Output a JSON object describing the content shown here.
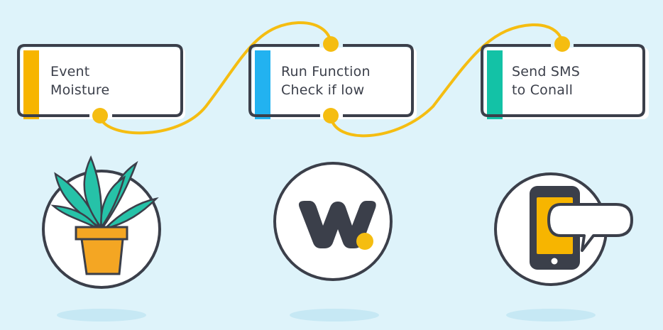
{
  "colors": {
    "background": "#def3fa",
    "outline": "#3b3f4a",
    "connector": "#f5bd11",
    "accent_event": "#f7b500",
    "accent_function": "#22b2f0",
    "accent_sms": "#13c2a6",
    "plant_leaf": "#26c2a8",
    "pot": "#f4a623",
    "phone_screen": "#f7b500",
    "shadow": "#c6e8f4"
  },
  "steps": [
    {
      "line1": "Event",
      "line2": "Moisture",
      "icon": "plant-icon"
    },
    {
      "line1": "Run Function",
      "line2": "Check if low",
      "icon": "w-logo-icon"
    },
    {
      "line1": "Send SMS",
      "line2": "to Conall",
      "icon": "phone-message-icon"
    }
  ]
}
